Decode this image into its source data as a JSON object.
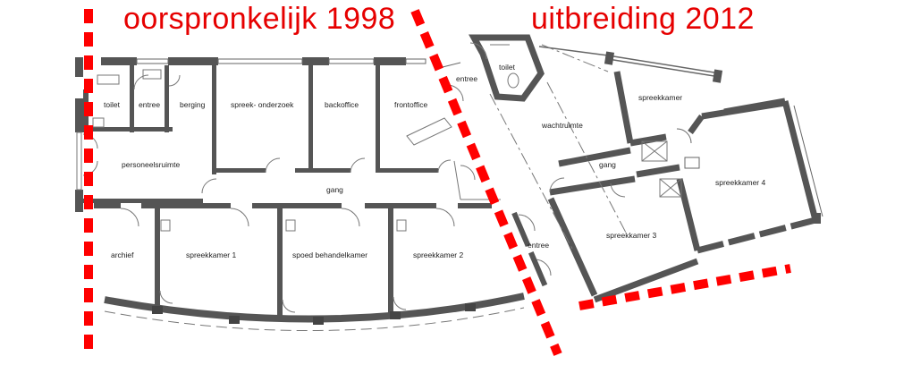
{
  "titles": {
    "original": "oorspronkelijk 1998",
    "extension": "uitbreiding 2012"
  },
  "colors": {
    "title": "#e60000",
    "divider": "#ff0000",
    "wall": "#555555",
    "wall_dark": "#4a4a4a",
    "thin_line": "#777777"
  },
  "rooms": {
    "toilet_left": "toilet",
    "entree_left": "entree",
    "berging": "berging",
    "spreek_onderzoek": "spreek- onderzoek",
    "backoffice": "backoffice",
    "frontoffice": "frontoffice",
    "personeelsruimte": "personeelsruimte",
    "gang_left": "gang",
    "archief": "archief",
    "spreekkamer1": "spreekkamer 1",
    "spoed": "spoed behandelkamer",
    "spreekkamer2": "spreekkamer 2",
    "toilet_right": "toilet",
    "entree_top": "entree",
    "wachtruimte": "wachtruimte",
    "spreekkamer_top": "spreekkamer",
    "gang_right": "gang",
    "spreekkamer4": "spreekkamer 4",
    "spreekkamer3": "spreekkamer 3",
    "entree_bottom": "entree"
  }
}
